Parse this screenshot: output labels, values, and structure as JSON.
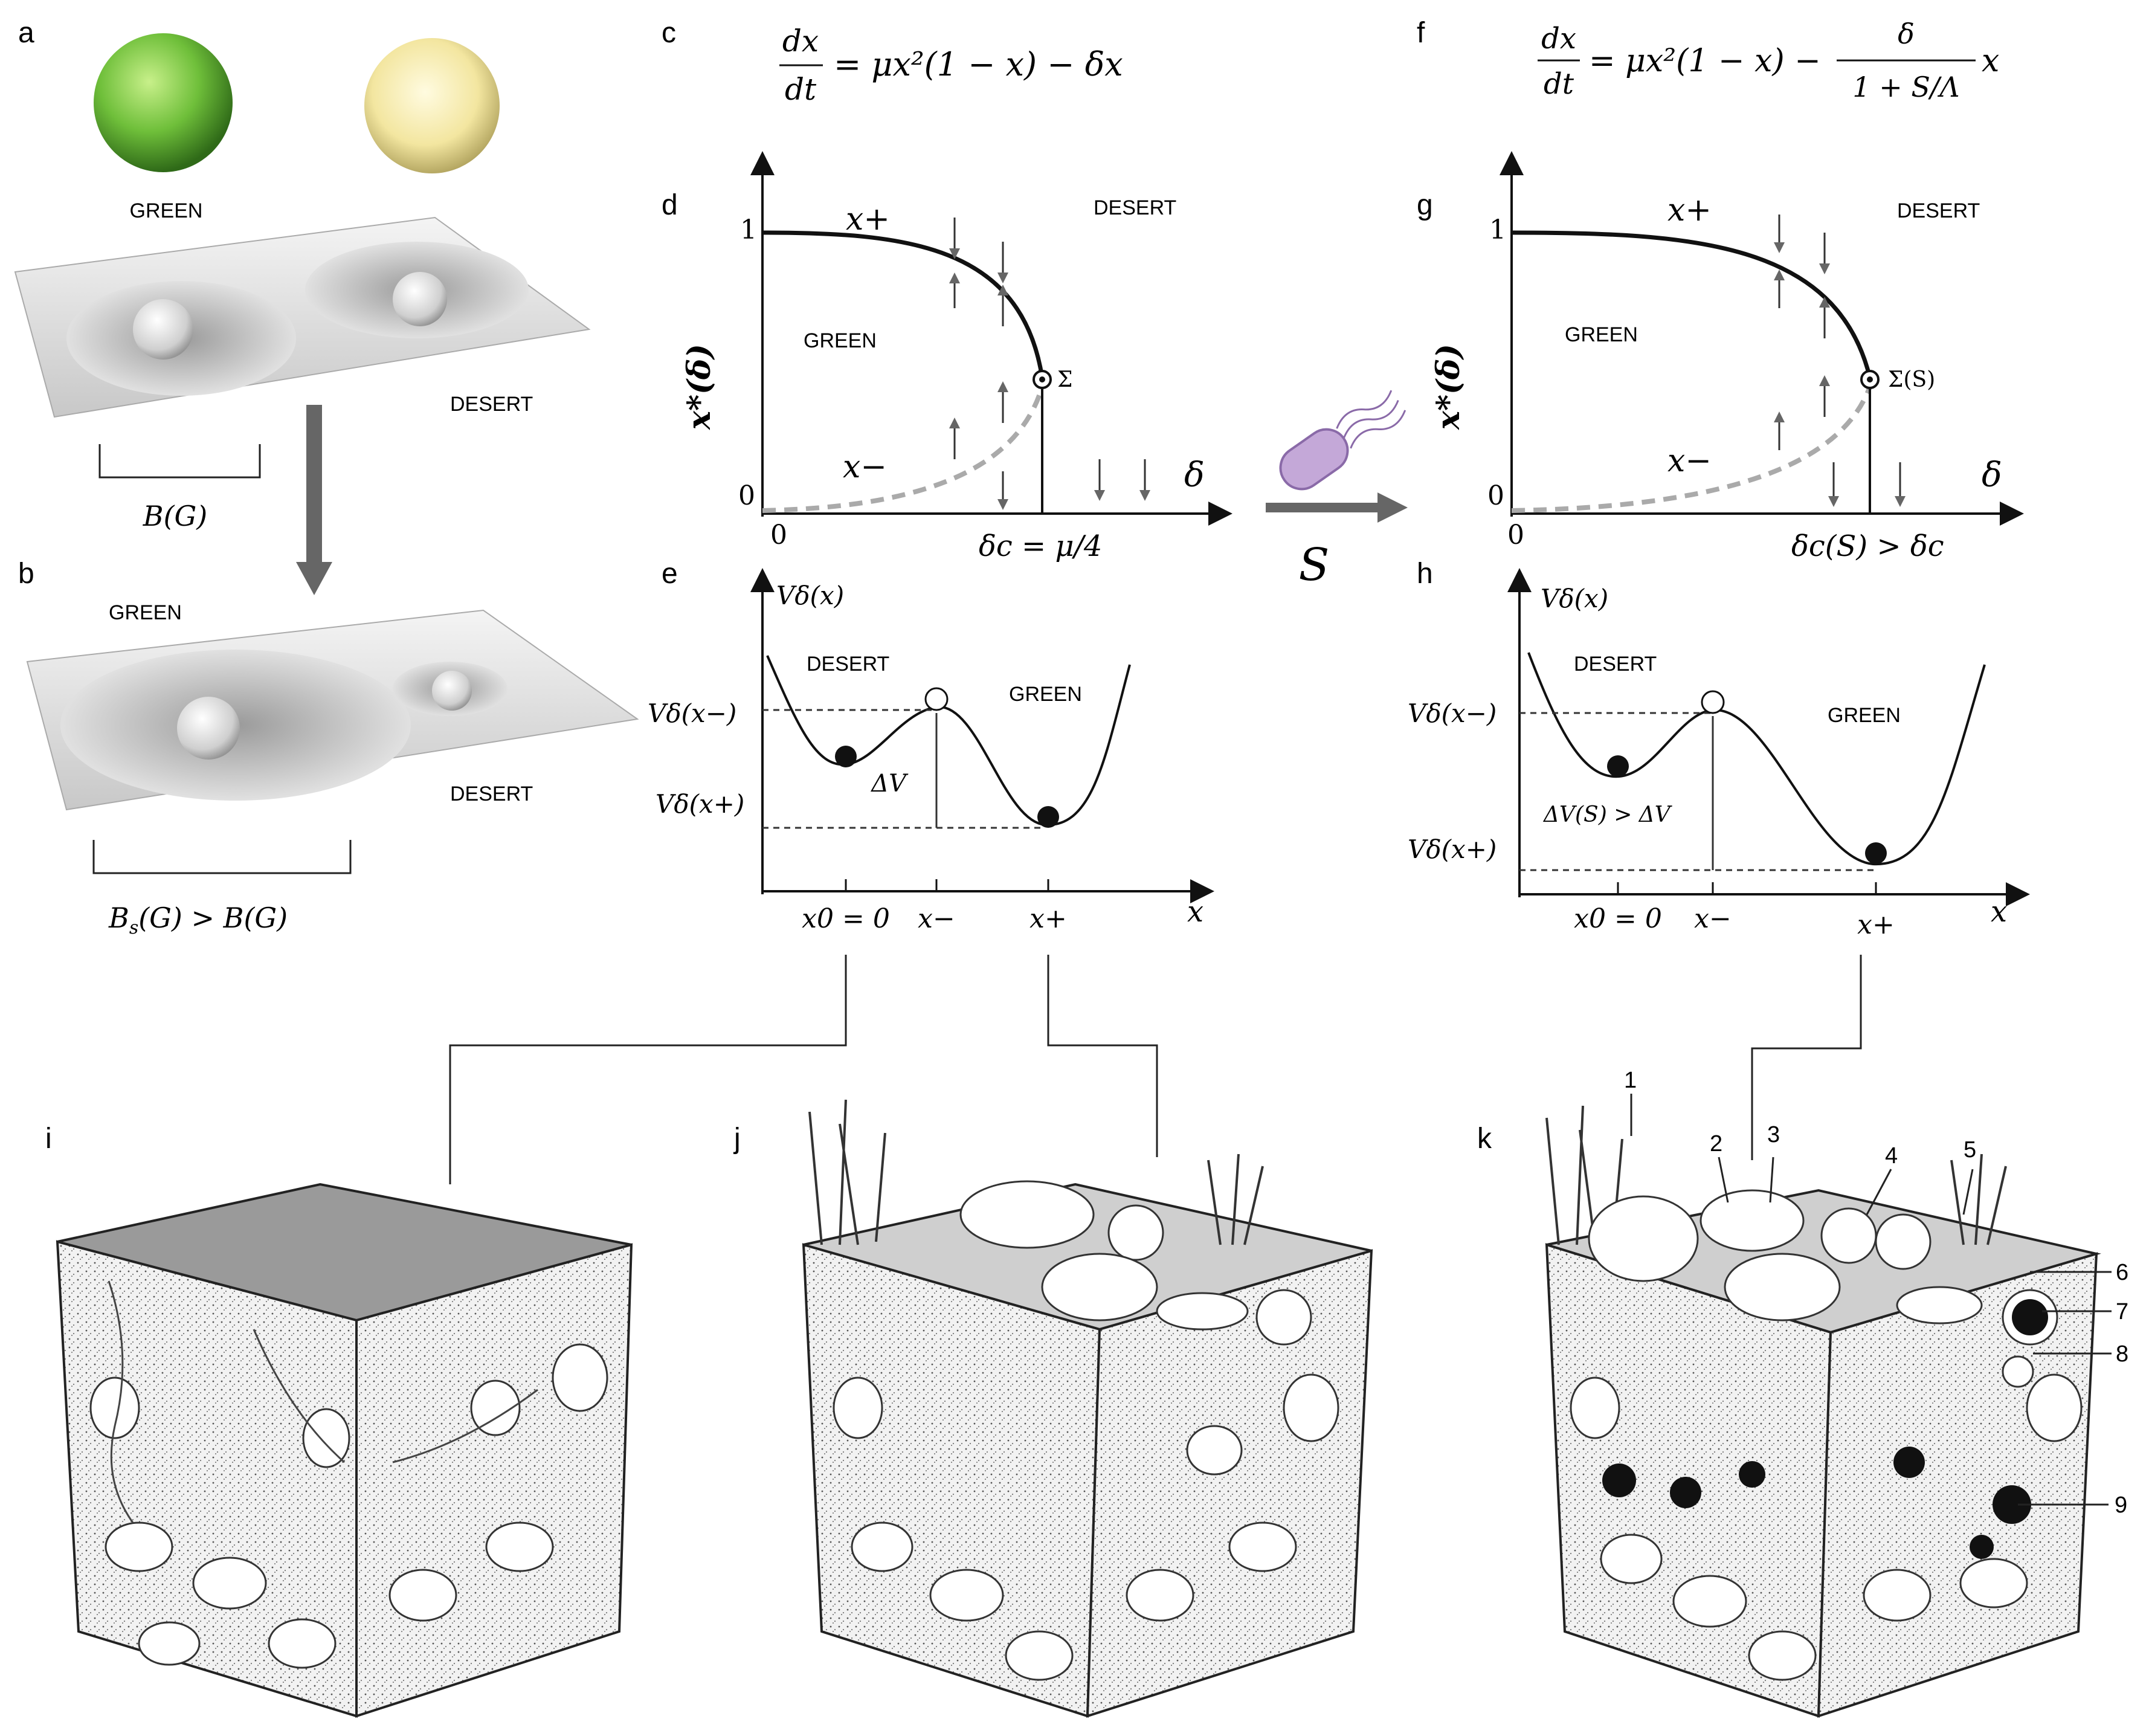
{
  "panel_letters": [
    "a",
    "b",
    "c",
    "d",
    "e",
    "f",
    "g",
    "h",
    "i",
    "j",
    "k"
  ],
  "panel_a": {
    "green_label": "GREEN",
    "desert_label": "DESERT",
    "basin_label": "B(G)"
  },
  "panel_b": {
    "green_label": "GREEN",
    "desert_label": "DESERT",
    "basin_label": "B",
    "basin_sub": "s",
    "basin_rest": "(G) > B(G)"
  },
  "equations": {
    "c": {
      "lhs_num": "dx",
      "lhs_den": "dt",
      "rhs": "= μx²(1 − x) − δx"
    },
    "f": {
      "lhs_num": "dx",
      "lhs_den": "dt",
      "rhs_a": "= μx²(1 − x) − ",
      "frac_num": "δ",
      "frac_den": "1 + S/Λ",
      "rhs_b": "x"
    }
  },
  "bifurcation_left": {
    "ylabel": "x*(δ)",
    "y1": "1",
    "y0": "0",
    "x0": "0",
    "xvar": "δ",
    "upper_branch": "x+",
    "lower_branch": "x−",
    "point": "Σ",
    "critical_text": "δc = μ/4",
    "green": "GREEN",
    "desert": "DESERT"
  },
  "bifurcation_right": {
    "ylabel": "x*(δ)",
    "y1": "1",
    "y0": "0",
    "x0": "0",
    "xvar": "δ",
    "upper_branch": "x+",
    "lower_branch": "x−",
    "point": "Σ(S)",
    "critical_text": "δc(S) > δc",
    "green": "GREEN",
    "desert": "DESERT"
  },
  "arrow_label": "S",
  "potential_left": {
    "ylabel": "Vδ(x)",
    "v_minus": "Vδ(x−)",
    "v_plus": "Vδ(x+)",
    "dv": "ΔV",
    "desert": "DESERT",
    "green": "GREEN",
    "ticks": [
      "x0 = 0",
      "x−",
      "x+"
    ],
    "xvar": "x"
  },
  "potential_right": {
    "ylabel": "Vδ(x)",
    "v_minus": "Vδ(x−)",
    "v_plus": "Vδ(x+)",
    "dv": "ΔV(S) > ΔV",
    "desert": "DESERT",
    "green": "GREEN",
    "ticks": [
      "x0 = 0",
      "x−",
      "x+"
    ],
    "xvar": "x"
  },
  "soil_numbers": [
    "1",
    "2",
    "3",
    "4",
    "5",
    "6",
    "7",
    "8",
    "9"
  ],
  "colors": {
    "green_sphere": "#6fbf3a",
    "desert_sphere": "#f3e6a0",
    "bacterium": "#c4a8d8",
    "dashed_branch": "#aaaaaa"
  }
}
